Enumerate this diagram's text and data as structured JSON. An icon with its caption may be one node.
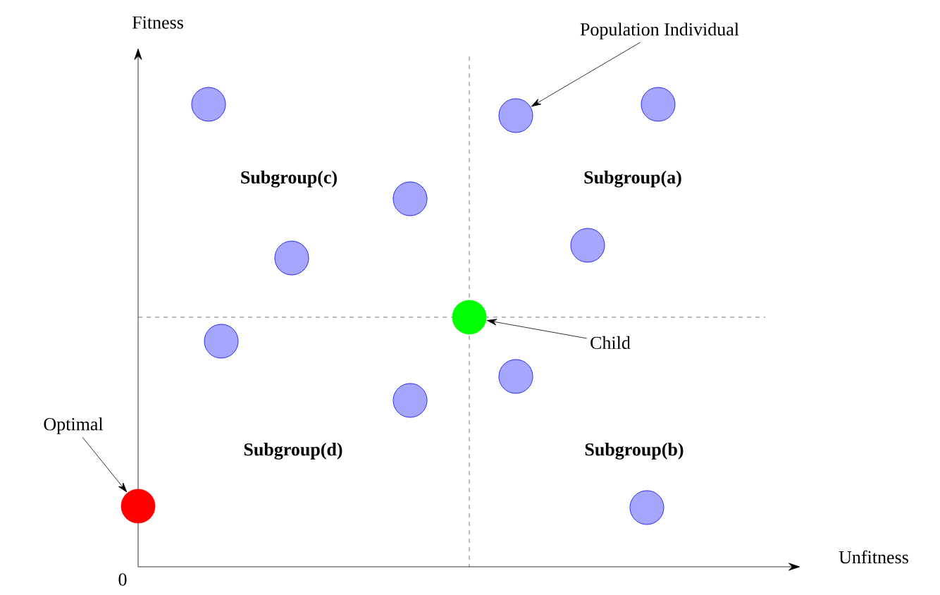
{
  "diagram": {
    "nodes": [
      {
        "text": [
          "Population Individual"
        ]
      },
      {
        "text": [],
        "shape": "circle"
      },
      {
        "text": [],
        "shape": "circle"
      },
      {
        "text": [],
        "shape": "circle"
      },
      {
        "text": [],
        "shape": "circle"
      },
      {
        "text": [],
        "shape": "circle"
      },
      {
        "text": [],
        "shape": "circle"
      },
      {
        "text": [],
        "shape": "circle"
      },
      {
        "text": [
          "Child"
        ]
      },
      {
        "text": [],
        "shape": "circle"
      },
      {
        "text": [],
        "shape": "circle"
      },
      {
        "text": [],
        "shape": "circle"
      },
      {
        "text": [
          "Optimal"
        ]
      },
      {
        "text": [],
        "shape": "circle"
      },
      {
        "text": [],
        "shape": "circle"
      }
    ],
    "edges": [
      {
        "from": 0,
        "to": 3,
        "arrow": "to"
      },
      {
        "from": 8,
        "to": 7,
        "arrow": "to"
      },
      {
        "from": 12,
        "to": 13,
        "arrow": "to"
      }
    ],
    "labels": [
      "Fitness",
      "Subgroup(c)",
      "Subgroup(a)",
      "Subgroup(d)",
      "Subgroup(b)",
      "Unfitness",
      "0"
    ]
  }
}
